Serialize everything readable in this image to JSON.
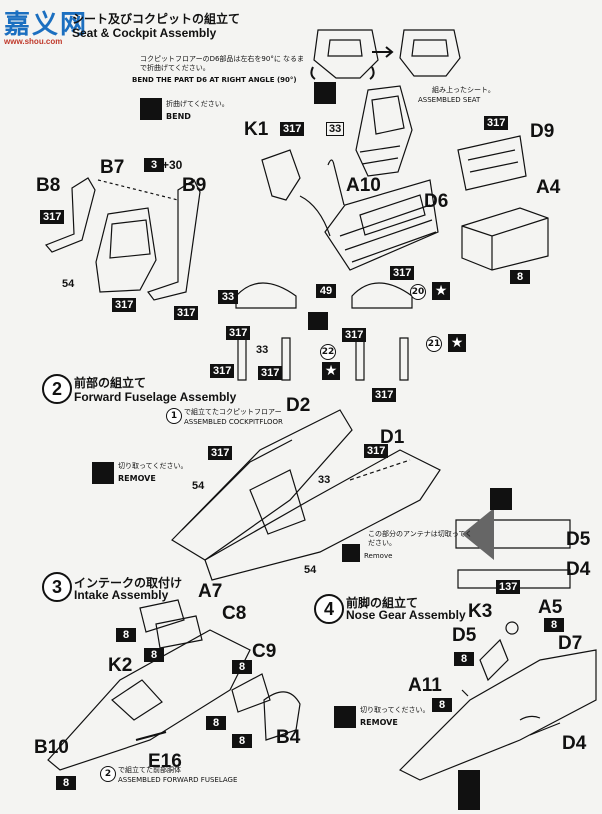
{
  "watermark": {
    "main": "嘉义网",
    "sub": "www.shou.com"
  },
  "step1": {
    "title_jp": "シート及びコクピットの組立て",
    "title_en": "Seat & Cockpit Assembly",
    "bend_note_jp": "コクピットフロアーのD6部品は左右を90°に なるまで折曲げてください。",
    "bend_note_en": "BEND THE PART D6 AT RIGHT ANGLE (90°)",
    "bend_legend_jp": "折曲げてください。",
    "bend_legend_en": "BEND",
    "assembled_seat_jp": "組み上ったシート。",
    "assembled_seat_en": "ASSEMBLED SEAT"
  },
  "step2": {
    "number": "2",
    "title_jp": "前部の組立て",
    "title_en": "Forward Fuselage Assembly",
    "sub_number": "1",
    "sub_jp": "で組立てたコクピットフロアー",
    "sub_en": "ASSEMBLED COCKPITFLOOR",
    "remove_jp": "切り取ってください。",
    "remove_en": "REMOVE",
    "antenna_jp": "この部分のアンテナは切取ってください。",
    "antenna_en": "Remove"
  },
  "step3": {
    "number": "3",
    "title_jp": "インテークの取付け",
    "title_en": "Intake Assembly",
    "sub_number": "2",
    "sub_jp": "で組立てた前部胴体",
    "sub_en": "ASSEMBLED FORWARD FUSELAGE"
  },
  "step4": {
    "number": "4",
    "title_jp": "前脚の組立て",
    "title_en": "Nose Gear Assembly",
    "remove_jp": "切り取ってください。",
    "remove_en": "REMOVE"
  },
  "parts": {
    "K1": "K1",
    "B7": "B7",
    "B8": "B8",
    "B9": "B9",
    "A10": "A10",
    "D6": "D6",
    "D9": "D9",
    "A4": "A4",
    "D2": "D2",
    "D1": "D1",
    "A7": "A7",
    "C8": "C8",
    "K2": "K2",
    "C9": "C9",
    "B4": "B4",
    "B10": "B10",
    "E16": "E16",
    "K3": "K3",
    "A5": "A5",
    "D5": "D5",
    "D7": "D7",
    "A11": "A11",
    "D4": "D4",
    "D5b": "D5",
    "D4b": "D4"
  },
  "paints": {
    "p317": "317",
    "p33": "33",
    "p8": "8",
    "p54": "54",
    "p49": "49",
    "p137": "137",
    "p3_30": "3",
    "plus30": "+30"
  },
  "decals": {
    "d20": "20",
    "d21": "21",
    "d22": "22"
  }
}
